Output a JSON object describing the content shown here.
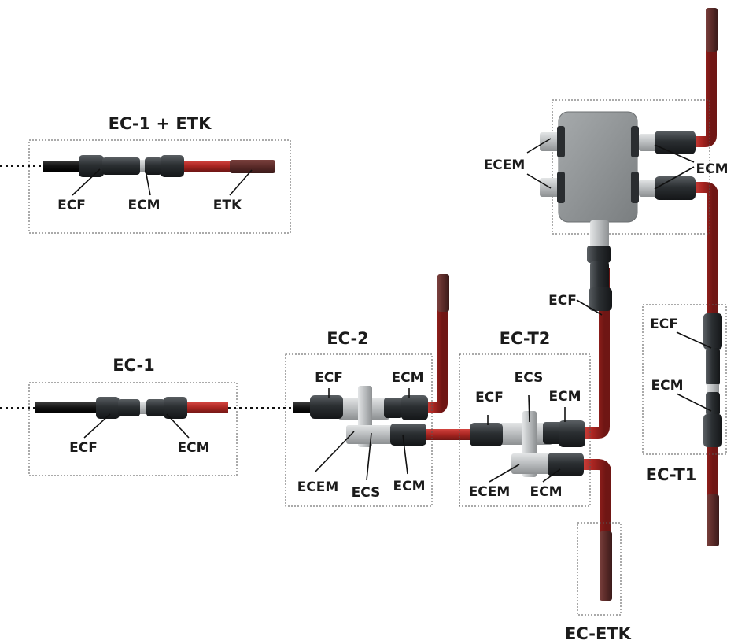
{
  "colors": {
    "cable_red": "#b02a2a",
    "cable_black": "#111111",
    "connector": "#2f3336",
    "sleeve": "#c6c9cb",
    "terminator": "#5e2e2c",
    "junction_box": "#8e9294"
  },
  "groups": {
    "ec1_etk": {
      "title": "EC-1 + ETK",
      "labels": [
        "ECF",
        "ECM",
        "ETK"
      ]
    },
    "ec1": {
      "title": "EC-1",
      "labels": [
        "ECF",
        "ECM"
      ]
    },
    "ec2": {
      "title": "EC-2",
      "labels": [
        "ECF",
        "ECM",
        "ECEM",
        "ECS",
        "ECM"
      ]
    },
    "ect2": {
      "title": "EC-T2",
      "labels": [
        "ECF",
        "ECS",
        "ECM",
        "ECEM",
        "ECM"
      ]
    },
    "ect1": {
      "title": "EC-T1",
      "labels": [
        "ECF",
        "ECM"
      ]
    },
    "ecetk": {
      "title": "EC-ETK"
    },
    "junction": {
      "labels": [
        "ECEM",
        "ECM",
        "ECF"
      ]
    }
  }
}
